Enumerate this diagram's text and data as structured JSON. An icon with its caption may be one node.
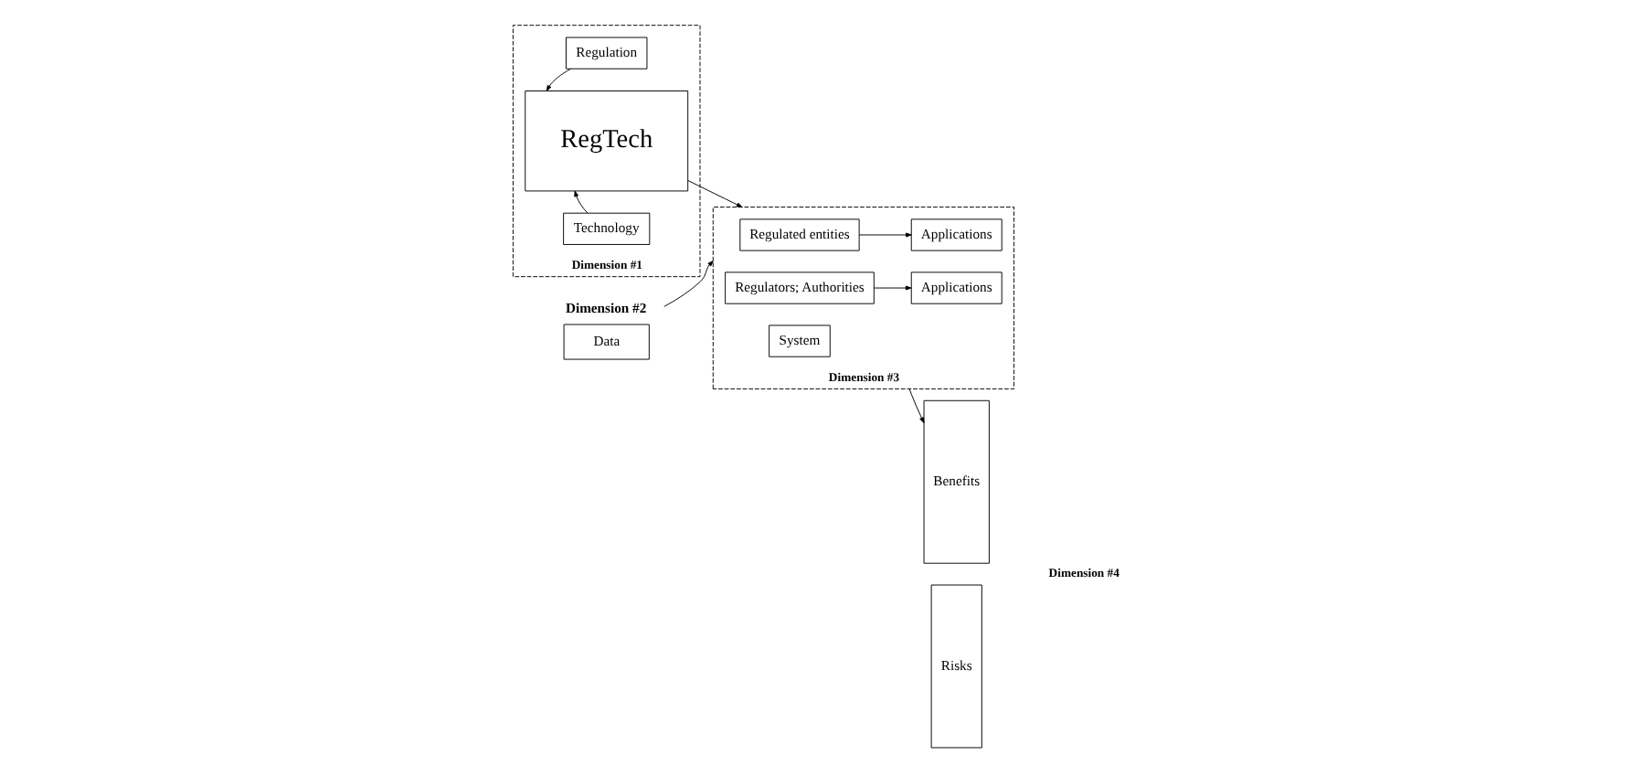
{
  "diagram": {
    "nodes": [
      {
        "text": [
          "Dimension #1"
        ]
      },
      {
        "text": [
          "Regulation"
        ],
        "in": 0
      },
      {
        "text": [
          "RegTech"
        ],
        "in": 0
      },
      {
        "text": [
          "Technology"
        ],
        "in": 0
      },
      {
        "text": [
          "Dimension #2",
          "Data"
        ]
      },
      {
        "text": [
          "Dimension #3"
        ]
      },
      {
        "text": [
          "Regulated entities"
        ],
        "in": 5
      },
      {
        "text": [
          "Applications"
        ],
        "in": 5
      },
      {
        "text": [
          "Regulators; Authorities"
        ],
        "in": 5
      },
      {
        "text": [
          "Applications"
        ],
        "in": 5
      },
      {
        "text": [
          "System"
        ],
        "in": 5
      },
      {
        "text": [
          "Benefits"
        ]
      },
      {
        "text": [
          "Risks"
        ]
      }
    ],
    "labels": [
      "Dimension #4"
    ],
    "edges": [
      {
        "from": 1,
        "to": 2,
        "arrow": "to"
      },
      {
        "from": 3,
        "to": 2,
        "arrow": "to"
      },
      {
        "from": 2,
        "to": 5,
        "arrow": "to"
      },
      {
        "from": 4,
        "to": 5,
        "arrow": "to"
      },
      {
        "from": 6,
        "to": 7,
        "arrow": "to"
      },
      {
        "from": 8,
        "to": 9,
        "arrow": "to"
      },
      {
        "from": 5,
        "to": 11,
        "arrow": "to"
      }
    ]
  }
}
